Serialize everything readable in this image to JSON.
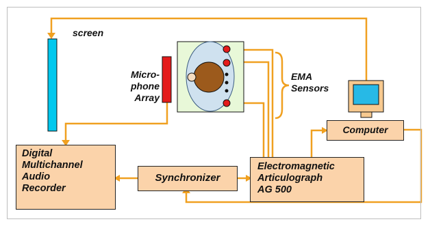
{
  "labels": {
    "screen": "screen",
    "microphone_array": "Micro-\nphone\nArray",
    "ema_sensors": "EMA\nSensors"
  },
  "boxes": {
    "recorder": "Digital\nMultichannel\nAudio\nRecorder",
    "synchronizer": "Synchronizer",
    "articulograph": "Electromagnetic\nArticulograph\nAG 500",
    "computer": "Computer"
  },
  "colors": {
    "connector": "#f0a020",
    "box_fill": "#fbd3aa",
    "screen_bar": "#00c8ee",
    "microphone": "#e41b1b",
    "head_panel": "#e8f8d8",
    "head_ellipse": "#cfe1ef",
    "head": "#9c5a1c",
    "sensor_dot": "#e41b1b",
    "monitor": "#f7c98f",
    "monitor_screen": "#27b9e6"
  }
}
